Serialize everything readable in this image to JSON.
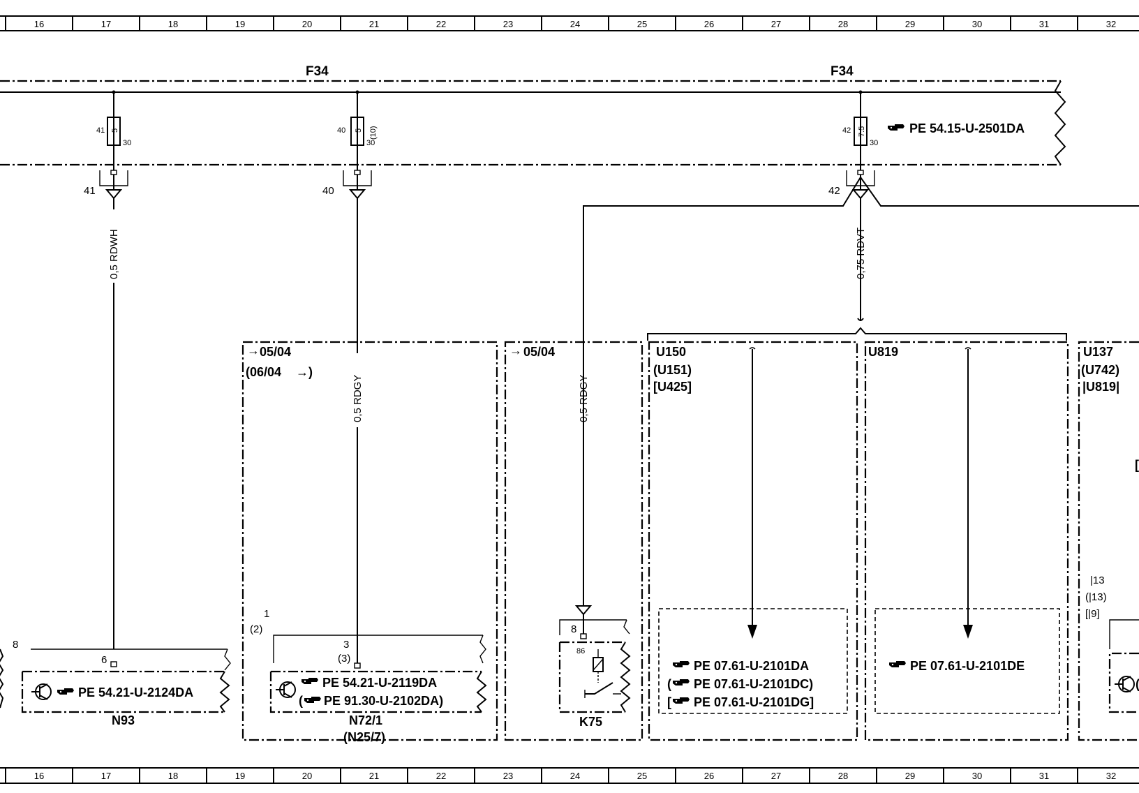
{
  "ruler": {
    "columns": [
      "16",
      "17",
      "18",
      "19",
      "20",
      "21",
      "22",
      "23",
      "24",
      "25",
      "26",
      "27",
      "28",
      "29",
      "30",
      "31",
      "32"
    ]
  },
  "fuse_boxes": {
    "left_label": "F34",
    "right_label": "F34",
    "ref_right": "PE  54.15-U-2501DA"
  },
  "fuses": [
    {
      "num": "41",
      "rating": "5",
      "out": "30",
      "pin": "41"
    },
    {
      "num": "40",
      "rating": "5",
      "out": "30",
      "extra": "(10)",
      "pin": "40"
    },
    {
      "num": "42",
      "rating": "7.5",
      "out": "30",
      "pin": "42"
    }
  ],
  "wires": {
    "w1": "0,5 RDWH",
    "w2": "0,5 RDGY",
    "w3": "0,5 RDGY",
    "w4": "0,75 RDVT"
  },
  "frames": {
    "f1_l1": "05/04",
    "f1_l2": "(06/04",
    "f1_l2_end": ")",
    "f2_l1": "05/04",
    "f3_l1": "U150",
    "f3_l2": "(U151)",
    "f3_l3": "[U425]",
    "f4_l1": "U819",
    "f5_l1": "U137",
    "f5_l2": "(U742)",
    "f5_l3": "|U819|"
  },
  "components": {
    "n93": {
      "name": "N93",
      "pin_a": "8",
      "pin_b": "6",
      "ref": "PE  54.21-U-2124DA"
    },
    "n72": {
      "name": "N72/1",
      "name2": "(N25/7)",
      "pin_a": "1",
      "pin_a2": "(2)",
      "pin_b": "3",
      "pin_b2": "(3)",
      "ref1": "PE  54.21-U-2119DA",
      "ref2": "PE  91.30-U-2102DA)",
      "ref2_prefix": "("
    },
    "k75": {
      "name": "K75",
      "pin_a": "8",
      "pin_b": "86"
    },
    "u150": {
      "ref1": "PE  07.61-U-2101DA",
      "ref2": "PE  07.61-U-2101DC)",
      "ref3": "PE  07.61-U-2101DG]",
      "prefix2": "(",
      "prefix3": "["
    },
    "u819": {
      "ref1": "PE  07.61-U-2101DE"
    },
    "u137": {
      "pin_a": "|13",
      "pin_a2": "(|13)",
      "pin_a3": "[|9]",
      "edge_l": "[",
      "edge_l2": "("
    }
  }
}
